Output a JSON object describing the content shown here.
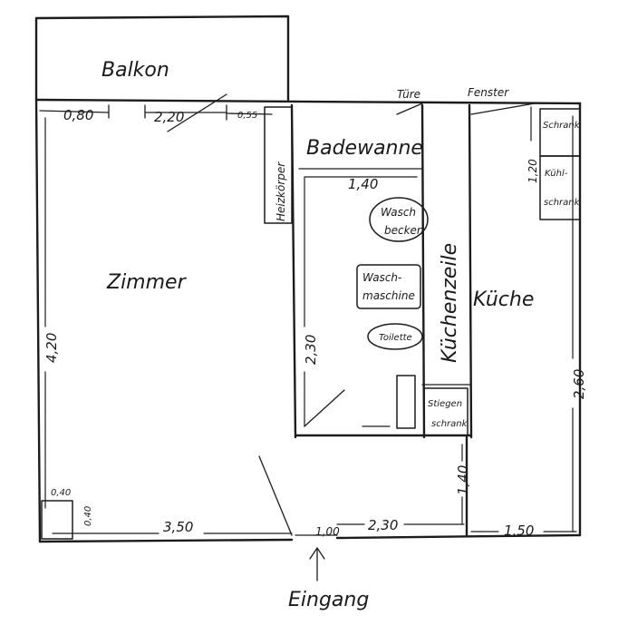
{
  "rooms": {
    "balkon": "Balkon",
    "zimmer": "Zimmer",
    "kueche": "Küche",
    "badewanne": "Badewanne",
    "kuechenzeile": "Küchenzeile",
    "eingang": "Eingang"
  },
  "fixtures": {
    "heizkoerper": "Heizkörper",
    "waschbecken_line1": "Wasch",
    "waschbecken_line2": "becken",
    "waschmaschine_line1": "Wasch-",
    "waschmaschine_line2": "maschine",
    "toilette": "Toilette",
    "schrank": "Schrank",
    "kuehlschrank_line1": "Kühl-",
    "kuehlschrank_line2": "schrank",
    "stiegenschrank_line1": "Stiegen",
    "stiegenschrank_line2": "schrank",
    "tuere": "Türe",
    "fenster": "Fenster"
  },
  "dimensions": {
    "top_left": "0,80",
    "top_mid": "2,20",
    "top_right": "0,55",
    "bath_width": "1,40",
    "bath_height": "2,30",
    "left_height": "4,20",
    "right_height": "2,60",
    "schrank_height": "1,20",
    "entry_height": "1,40",
    "bottom_left": "3,50",
    "door_width": "1,00",
    "bottom_mid": "2,30",
    "bottom_right": "1,50",
    "corner_w": "0,40",
    "corner_h": "0,40"
  }
}
